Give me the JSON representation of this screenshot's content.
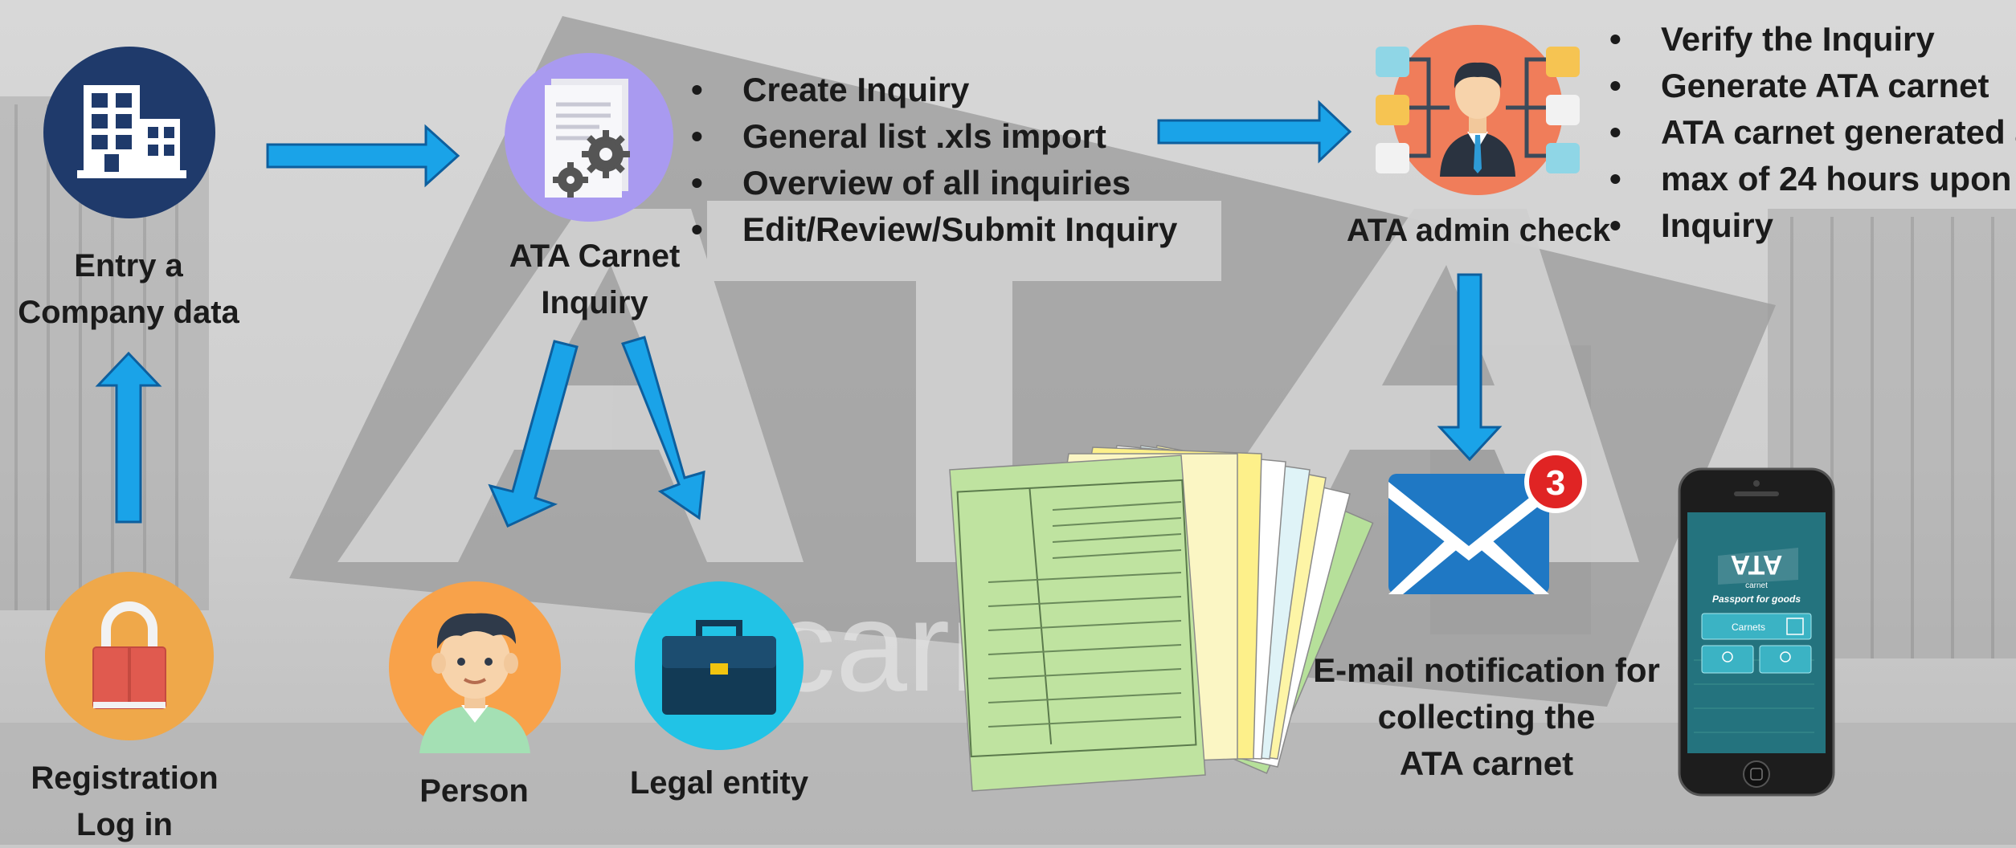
{
  "background": {
    "watermark_logo": "ATA",
    "watermark_sub": "carnet"
  },
  "steps": {
    "registration": {
      "line1": "Registration",
      "line2": "Log in",
      "icon": "lock-icon"
    },
    "company": {
      "line1": "Entry a",
      "line2": "Company data",
      "icon": "building-icon"
    },
    "inquiry": {
      "line1": "ATA Carnet",
      "line2": "Inquiry",
      "icon": "document-gear-icon"
    },
    "person": {
      "label": "Person",
      "icon": "person-icon"
    },
    "legal_entity": {
      "label": "Legal entity",
      "icon": "briefcase-icon"
    },
    "admin": {
      "label": "ATA admin check",
      "icon": "admin-network-icon"
    },
    "email": {
      "line1": "E-mail notification for",
      "line2": "collecting the",
      "line3": "ATA carnet",
      "badge": "3",
      "icon": "envelope-icon"
    }
  },
  "inquiry_actions": [
    "Create Inquiry",
    "General list .xls import",
    "Overview of all inquiries",
    "Edit/Review/Submit Inquiry"
  ],
  "admin_actions": [
    "Verify the Inquiry",
    "Generate ATA carnet",
    "ATA carnet generated a",
    "max of 24 hours upon",
    "Inquiry"
  ],
  "phone": {
    "logo": "ATA",
    "logo_sub": "carnet",
    "tagline": "Passport for goods",
    "button_main": "Carnets"
  },
  "colors": {
    "arrow": "#1aa3e8",
    "arrow_stroke": "#0d5f9e",
    "company_circle": "#1f3a6b",
    "inquiry_circle": "#a99af0",
    "registration_circle": "#efa84a",
    "person_circle": "#f8a24a",
    "legal_circle": "#21c3e6",
    "admin_circle": "#f07d5a",
    "badge": "#e02424"
  }
}
